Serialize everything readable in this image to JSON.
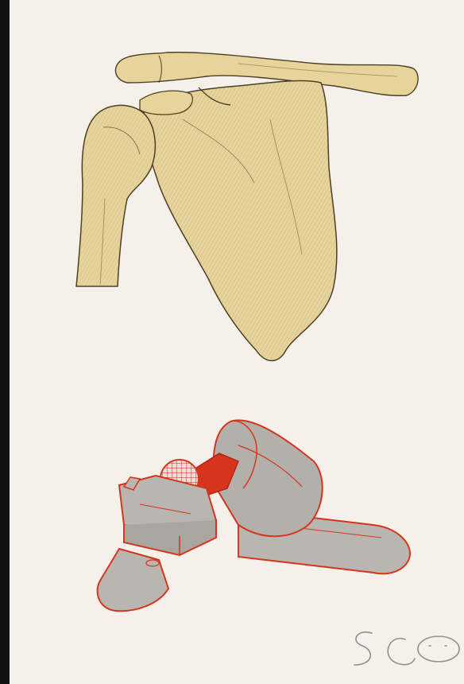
{
  "artwork": {
    "upper": "shoulder-bones-drawing",
    "lower": "mechanical-joint-model",
    "signature_text": "SCO"
  },
  "colors": {
    "paper": "#f5f1ea",
    "bone": "#e6d49a",
    "bone_shadow": "#6a5a36",
    "machine_grey": "#b9b6b2",
    "outline_red": "#d6341d"
  }
}
